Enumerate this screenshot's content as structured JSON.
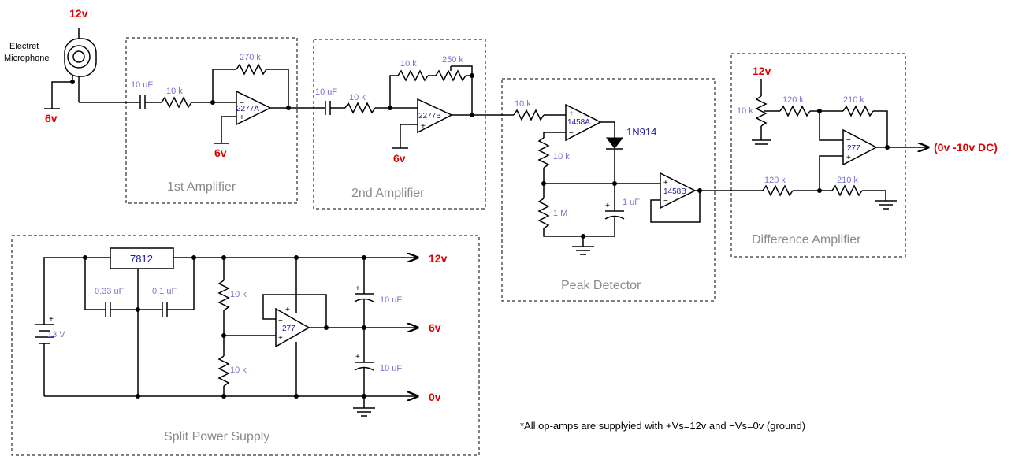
{
  "supply_labels": {
    "mic_top": "12v",
    "mic_bottom": "6v",
    "amp1_ref": "6v",
    "amp2_ref": "6v",
    "diff_top": "12v",
    "out_12": "12v",
    "out_6": "6v",
    "out_0": "0v",
    "output": "(0v -10v DC)"
  },
  "microphone": {
    "label_line1": "Electret",
    "label_line2": "Microphone"
  },
  "sections": {
    "amp1": "1st Amplifier",
    "amp2": "2nd Amplifier",
    "peak": "Peak Detector",
    "diff": "Difference Amplifier",
    "power": "Split Power Supply"
  },
  "components": {
    "a1_cap": "10 uF",
    "a1_rin": "10 k",
    "a1_rf": "270 k",
    "a1_opamp": "2277A",
    "a2_cap": "10 uF",
    "a2_rin": "10 k",
    "a2_rf": "10 k",
    "a2_pot": "250 k",
    "a2_opamp": "2277B",
    "pd_rin": "10 k",
    "pd_opamp1": "1458A",
    "pd_diode": "1N914",
    "pd_r1": "10 k",
    "pd_r2": "1 M",
    "pd_cap": "1 uF",
    "pd_opamp2": "1458B",
    "da_pot": "10 k",
    "da_r1": "120 k",
    "da_rf": "210 k",
    "da_opamp": "277",
    "da_r2": "120 k",
    "da_rg": "210 k",
    "ps_reg": "7812",
    "ps_c1": "0.33 uF",
    "ps_c2": "0.1 uF",
    "ps_batt": "13 V",
    "ps_r1": "10 k",
    "ps_r2": "10 k",
    "ps_opamp": "277",
    "ps_cap1": "10 uF",
    "ps_cap2": "10 uF"
  },
  "note": "*All op-amps are supplyied with +Vs=12v and −Vs=0v (ground)"
}
